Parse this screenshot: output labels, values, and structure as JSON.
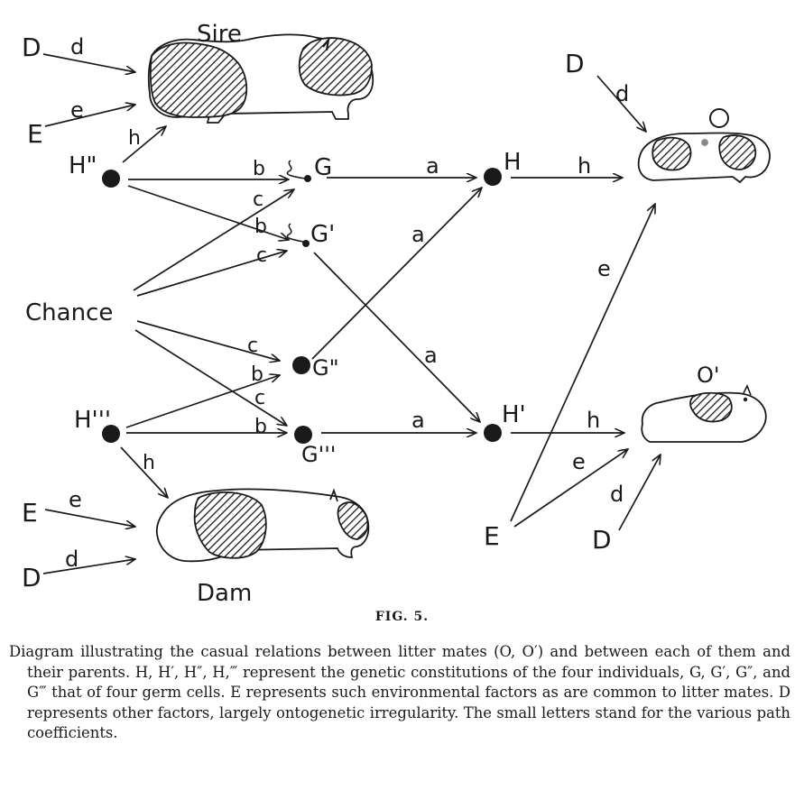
{
  "animals": {
    "sire": "Sire",
    "dam": "Dam",
    "offspring_1": "O",
    "offspring_2": "O'"
  },
  "nodes": {
    "h2": "H\"",
    "h3": "H'''",
    "chance": "Chance",
    "g": "G",
    "g1": "G'",
    "g2": "G\"",
    "g3": "G'''",
    "h": "H",
    "h1": "H'",
    "d_sire": "D",
    "e_sire": "E",
    "e_dam": "E",
    "d_dam": "D",
    "d_o": "D",
    "e_common": "E",
    "d_o1": "D"
  },
  "paths": {
    "d": "d",
    "e": "e",
    "h": "h",
    "b": "b",
    "c": "c",
    "a": "a"
  },
  "figure_label": "FIG. 5.",
  "caption": "Diagram illustrating the casual relations between litter mates (O, O′) and between each of them and their parents.   H, H′, H″, H,‴ represent the genetic constitutions of the four individuals, G, G′, G″, and G‴ that of four germ cells.   E represents such environmental factors as are common to litter mates.   D represents other factors, largely ontogenetic irregularity.   The small letters stand for the various path coefficients."
}
